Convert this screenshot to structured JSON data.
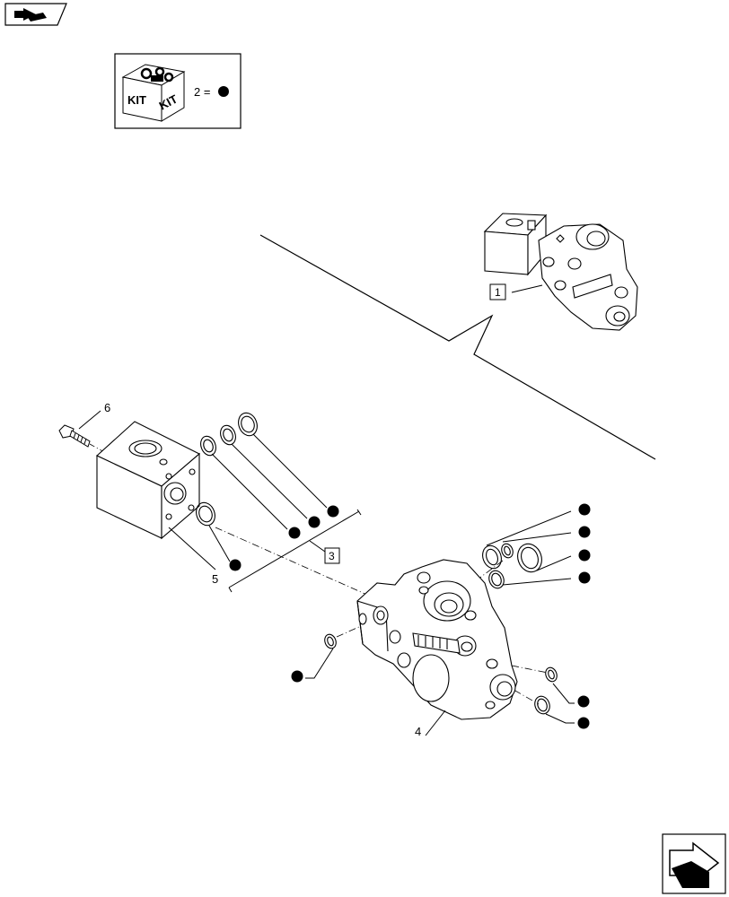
{
  "legend": {
    "kit_word_left": "KIT",
    "kit_word_right": "KIT",
    "kit_note": "2 ="
  },
  "callouts": {
    "item1": "1",
    "item3": "3",
    "item4": "4",
    "item5": "5",
    "item6": "6"
  },
  "icons": {
    "top_nav": "previous-page-arrow-icon",
    "bottom_nav": "next-page-arrow-icon",
    "kit": "kit-box-icon",
    "kit_marker": "filled-dot-icon"
  }
}
